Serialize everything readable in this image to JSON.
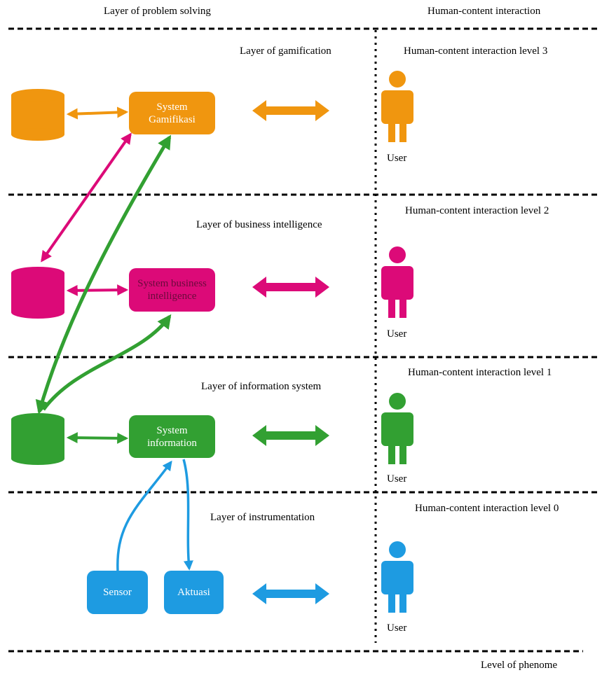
{
  "colors": {
    "orange": "#f0960f",
    "magenta": "#dc0a78",
    "green": "#32a032",
    "blue": "#1e9be1"
  },
  "headers": {
    "left": "Layer of problem solving",
    "right": "Human-content interaction",
    "bottom": "Level of phenome"
  },
  "layers": [
    {
      "name": "Layer of gamification",
      "system_line1": "System",
      "system_line2": "Gamifikasi",
      "level": "Human-content interaction level  3",
      "user": "User"
    },
    {
      "name": "Layer of business intelligence",
      "system_line1": "System business",
      "system_line2": "intelligence",
      "level": "Human-content interaction level  2",
      "user": "User"
    },
    {
      "name": "Layer of information system",
      "system_line1": "System",
      "system_line2": "information",
      "level": "Human-content interaction level  1",
      "user": "User"
    },
    {
      "name": "Layer of instrumentation",
      "sensor": "Sensor",
      "actuator": "Aktuasi",
      "level": "Human-content interaction level  0",
      "user": "User"
    }
  ]
}
